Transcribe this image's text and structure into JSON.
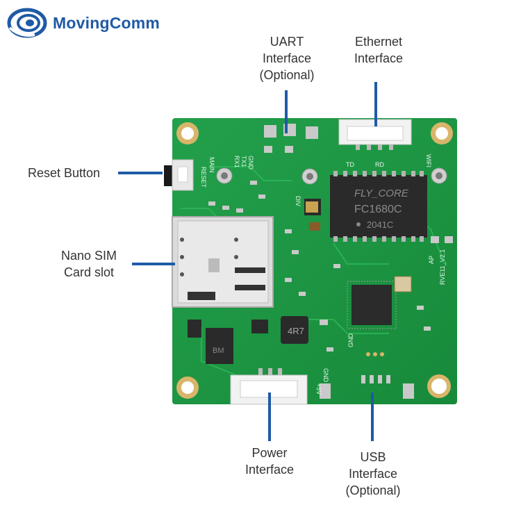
{
  "brand": {
    "name": "MovingComm",
    "color": "#1f5aa6"
  },
  "labels": {
    "uart": [
      "UART",
      "Interface",
      "(Optional)"
    ],
    "ethernet": [
      "Ethernet",
      "Interface"
    ],
    "reset": [
      "Reset Button"
    ],
    "sim": [
      "Nano SIM",
      "Card slot"
    ],
    "power": [
      "Power",
      "Interface"
    ],
    "usb": [
      "USB",
      "Interface",
      "(Optional)"
    ]
  },
  "chips": {
    "ethernet_brand": "FLY_CORE",
    "ethernet_model": "FC1680C",
    "ethernet_code": "2041C",
    "inductor": "4R7",
    "small_chip": "BM"
  },
  "silkscreen": {
    "reset": "RESET",
    "main": "MAIN",
    "rx1": "RX1",
    "tx1": "TX1",
    "gnd_top": "GND",
    "div": "DIV",
    "wifi": "WIFI",
    "version": "RVE11_V2.1",
    "ap": "AP",
    "gnd_usb": "GND",
    "five_v": "+5V",
    "gnd_power": "GND",
    "rx_eth": "RD",
    "td_eth": "TD"
  },
  "colors": {
    "pcb": "#1e9a45",
    "accent": "#1f5aa6",
    "text": "#333333"
  }
}
